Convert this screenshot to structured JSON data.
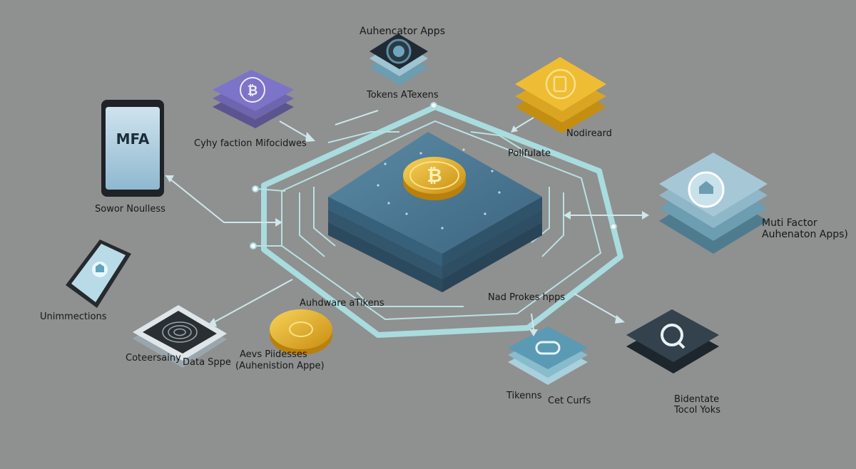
{
  "colors": {
    "background": "#8f9090",
    "circuit": "#9fd6d8",
    "hub_top": "#4f7d97",
    "hub_layer": "#3f6580",
    "coin_gold": "#e8b52a",
    "purple_block": "#7c74c8",
    "yellow_block": "#e9b630",
    "teal_block": "#6fa8c0",
    "dark_block": "#2f3c46",
    "light_block": "#8fb7c8"
  },
  "center": {
    "icon": "bitcoin-coin-icon"
  },
  "labels": {
    "authenticator_apps": "Auhencator Apps",
    "tokens_tokens": "Tokens  АTexens",
    "cyhy_faction": "Cyhy faction",
    "mifocidwes": "Mifocidwes",
    "mfa_screen": "MFA",
    "sowor_nouless": "Sowor Noulless",
    "pollfulate": "Pollfulate",
    "nodireard": "Nodireard",
    "multi_factor_line1": "Muti Factor",
    "multi_factor_line2": "Auhenaton Apps)",
    "unimmections": "Unimmections",
    "auhdware_tokens": "Auhdware aTikens",
    "nad_prokes_hpps": "Nad Prokes hpps",
    "coteersainy": "Coteersainy",
    "data_sppe": "Data Sppe",
    "aevs_line1": "Aevs Piidesses",
    "aevs_line2": "(Auhenistion Appe)",
    "tikenns": "Tikenns",
    "cet_curfs": "Cet Curfs",
    "bidentate_line1": "Bidentate",
    "bidentate_line2": "Tocol Yoks"
  },
  "icons": {
    "authenticator": "camera-lens-icon",
    "purple_device": "bitcoin-icon",
    "yellow_device": "document-icon",
    "right_device": "shield-icon",
    "phone": "shield-icon",
    "fingerprint": "fingerprint-icon",
    "gold_coin": "coin-icon",
    "teal_device": "link-icon",
    "dark_device": "search-icon"
  }
}
